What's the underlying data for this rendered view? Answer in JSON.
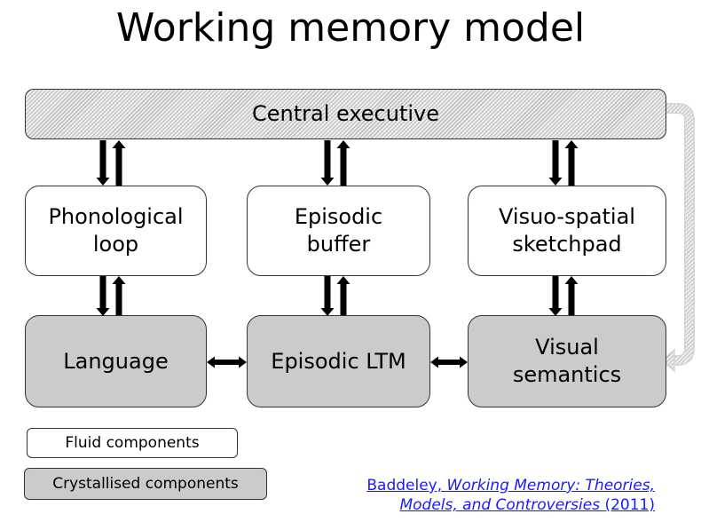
{
  "title": "Working memory model",
  "central_executive": {
    "label": "Central executive",
    "style": "hatched"
  },
  "fluid_components": [
    {
      "id": "phonological",
      "line1": "Phonological",
      "line2": "loop"
    },
    {
      "id": "episodic-buffer",
      "line1": "Episodic",
      "line2": "buffer"
    },
    {
      "id": "visuo-spatial",
      "line1": "Visuo-spatial",
      "line2": "sketchpad"
    }
  ],
  "crystallised_components": [
    {
      "id": "language",
      "line1": "Language",
      "line2": ""
    },
    {
      "id": "episodic-ltm",
      "line1": "Episodic LTM",
      "line2": ""
    },
    {
      "id": "visual-semantics",
      "line1": "Visual",
      "line2": "semantics"
    }
  ],
  "connections": [
    {
      "from": "central_executive",
      "to": "phonological",
      "type": "bidirectional-vertical"
    },
    {
      "from": "central_executive",
      "to": "episodic-buffer",
      "type": "bidirectional-vertical"
    },
    {
      "from": "central_executive",
      "to": "visuo-spatial",
      "type": "bidirectional-vertical"
    },
    {
      "from": "phonological",
      "to": "language",
      "type": "bidirectional-vertical"
    },
    {
      "from": "episodic-buffer",
      "to": "episodic-ltm",
      "type": "bidirectional-vertical"
    },
    {
      "from": "visuo-spatial",
      "to": "visual-semantics",
      "type": "bidirectional-vertical"
    },
    {
      "from": "language",
      "to": "episodic-ltm",
      "type": "double-headed-horizontal"
    },
    {
      "from": "episodic-ltm",
      "to": "visual-semantics",
      "type": "double-headed-horizontal"
    },
    {
      "from": "central_executive",
      "to": "visual-semantics",
      "type": "curved-hatched"
    }
  ],
  "legend": {
    "fluid_label": "Fluid components",
    "crystallised_label": "Crystallised components"
  },
  "citation": {
    "author": "Baddeley, ",
    "title_part1": "Working Memory: Theories,",
    "title_part2": "Models, and Controversies",
    "year": " (2011)"
  },
  "colors": {
    "fluid_fill": "#ffffff",
    "crystallised_fill": "#cbcbcb",
    "link": "#1a1aff",
    "border": "#333333"
  }
}
